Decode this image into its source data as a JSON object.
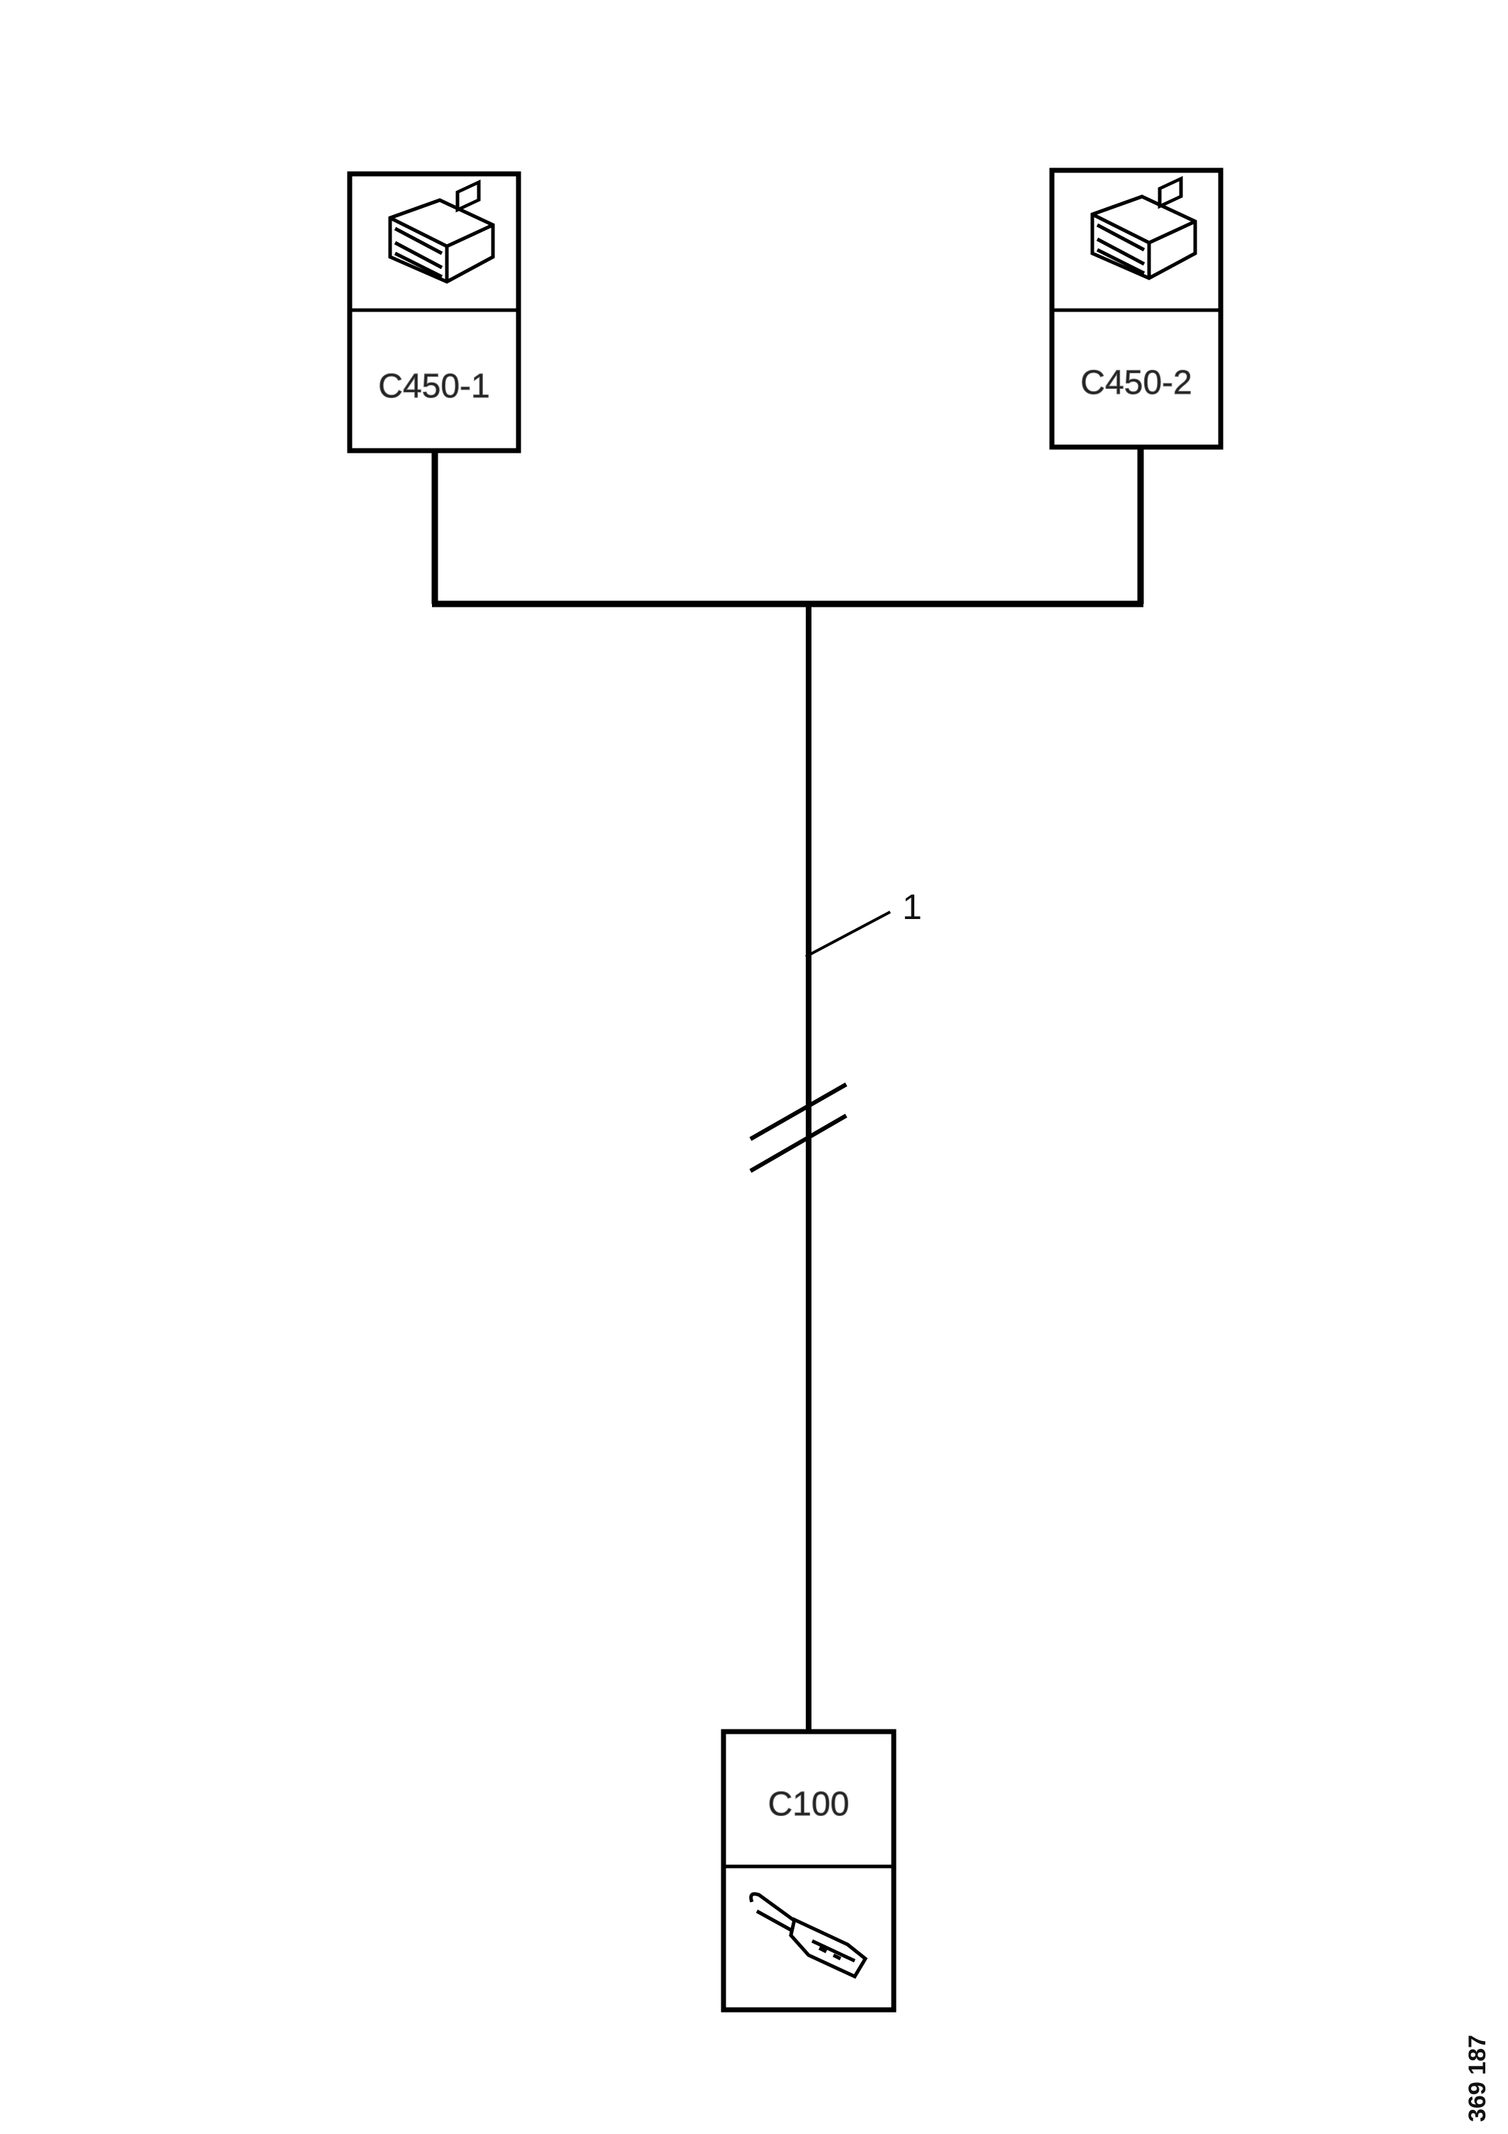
{
  "connectors": [
    {
      "id": "C450-1",
      "icon": "ecu-connector-icon"
    },
    {
      "id": "C450-2",
      "icon": "ecu-connector-icon"
    },
    {
      "id": "C100",
      "icon": "plug-connector-icon"
    }
  ],
  "wire_callout": "1",
  "figure_number": "369 187",
  "colors": {
    "line": "#000000",
    "background": "#ffffff"
  }
}
